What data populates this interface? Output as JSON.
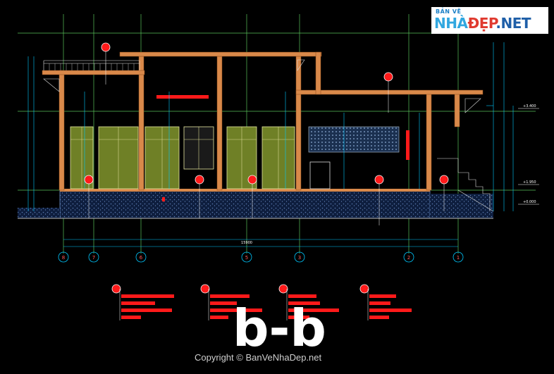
{
  "logo": {
    "small": "BẢN VẼ",
    "part1": "NHÀ",
    "part2": "ĐẸP",
    "part3": ".NET"
  },
  "section_title": "b-b",
  "copyright": "Copyright © BanVeNhaDep.net",
  "axis_labels": [
    "8",
    "7",
    "6",
    "5",
    "3",
    "2",
    "1"
  ],
  "dimension_total": "15900",
  "colors": {
    "background": "#000000",
    "wall_fill": "#d9894a",
    "grid_line": "#7fe07f",
    "dim_line": "#00c8ff",
    "door_fill": "#7a8a2a",
    "highlight": "#ff1a1a",
    "hatch": "#1a3a66"
  }
}
